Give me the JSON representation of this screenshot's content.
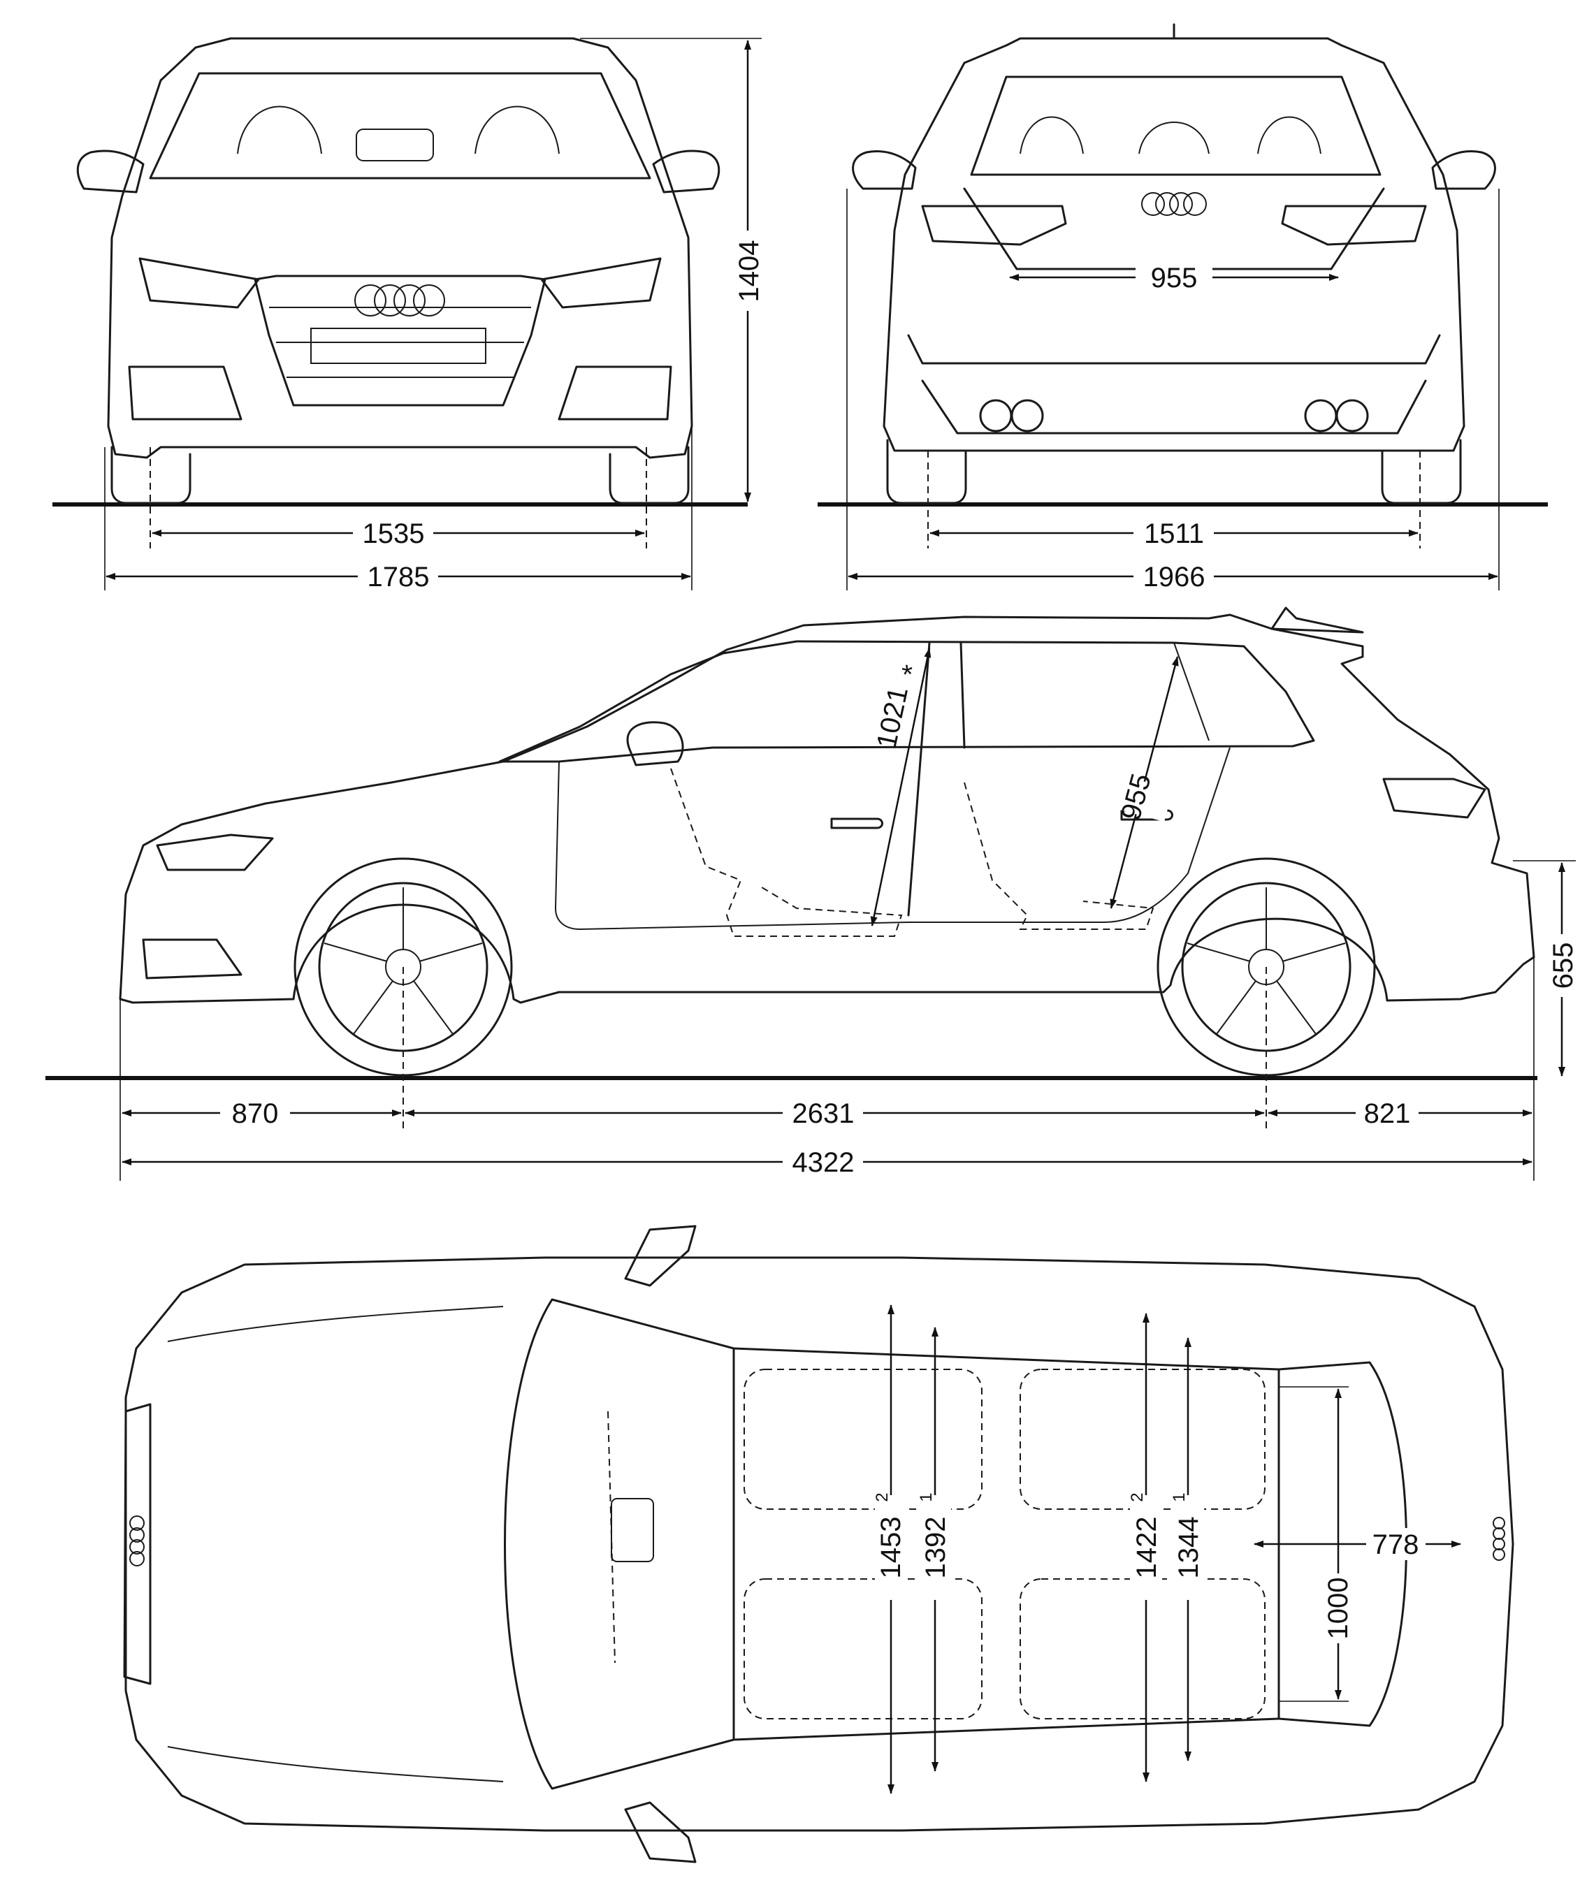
{
  "dimensions": {
    "front_height": "1404",
    "front_track": "1535",
    "overall_width": "1785",
    "rear_track": "1511",
    "width_with_mirrors": "1966",
    "trunk_opening": "955",
    "front_overhang": "870",
    "wheelbase": "2631",
    "rear_overhang": "821",
    "overall_length": "4322",
    "load_sill_height": "655",
    "front_headroom": "1021",
    "front_headroom_mark": "*",
    "rear_headroom": "955",
    "front_shoulder": "1453",
    "front_shoulder_sup": "2",
    "front_elbow": "1392",
    "front_elbow_sup": "1",
    "rear_shoulder": "1422",
    "rear_shoulder_sup": "2",
    "rear_elbow": "1344",
    "rear_elbow_sup": "1",
    "cargo_length": "778",
    "cargo_width": "1000"
  }
}
